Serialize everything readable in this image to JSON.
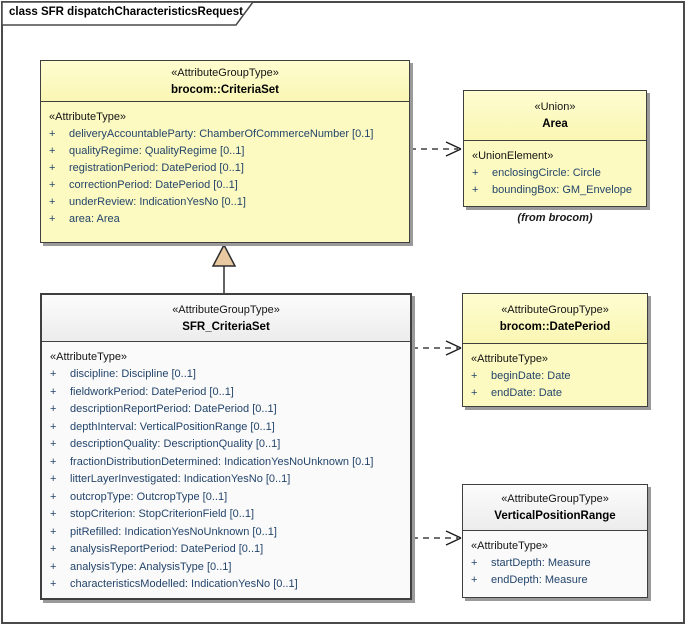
{
  "frame": {
    "title": "class SFR dispatchCharacteristicsRequest"
  },
  "colors": {
    "box_yellow": "#FCFAC0",
    "box_white_header": "#F0F0F0",
    "attribute_text": "#24456B",
    "border": "#3F3F3F",
    "shadow": "#9A9A9A",
    "generalization_triangle_fill": "#E9C9A1"
  },
  "classes": {
    "criteria_set": {
      "stereotype": "«AttributeGroupType»",
      "name": "brocom::CriteriaSet",
      "compartment": "«AttributeType»",
      "attributes": [
        {
          "vis": "+",
          "text": "deliveryAccountableParty: ChamberOfCommerceNumber [0.1]"
        },
        {
          "vis": "+",
          "text": "qualityRegime: QualityRegime [0..1]"
        },
        {
          "vis": "+",
          "text": "registrationPeriod: DatePeriod [0..1]"
        },
        {
          "vis": "+",
          "text": "correctionPeriod: DatePeriod [0..1]"
        },
        {
          "vis": "+",
          "text": "underReview: IndicationYesNo [0..1]"
        },
        {
          "vis": "+",
          "text": "area: Area"
        }
      ]
    },
    "area": {
      "stereotype": "«Union»",
      "name": "Area",
      "compartment": "«UnionElement»",
      "attributes": [
        {
          "vis": "+",
          "text": "enclosingCircle: Circle"
        },
        {
          "vis": "+",
          "text": "boundingBox: GM_Envelope"
        }
      ],
      "origin_note": "(from brocom)"
    },
    "sfr_criteria_set": {
      "stereotype": "«AttributeGroupType»",
      "name": "SFR_CriteriaSet",
      "compartment": "«AttributeType»",
      "attributes": [
        {
          "vis": "+",
          "text": "discipline: Discipline [0..1]"
        },
        {
          "vis": "+",
          "text": "fieldworkPeriod: DatePeriod [0..1]"
        },
        {
          "vis": "+",
          "text": "descriptionReportPeriod: DatePeriod [0..1]"
        },
        {
          "vis": "+",
          "text": "depthInterval: VerticalPositionRange [0..1]"
        },
        {
          "vis": "+",
          "text": "descriptionQuality: DescriptionQuality [0..1]"
        },
        {
          "vis": "+",
          "text": "fractionDistributionDetermined: IndicationYesNoUnknown [0.1]"
        },
        {
          "vis": "+",
          "text": "litterLayerInvestigated: IndicationYesNo [0..1]"
        },
        {
          "vis": "+",
          "text": "outcropType: OutcropType [0..1]"
        },
        {
          "vis": "+",
          "text": "stopCriterion: StopCriterionField [0..1]"
        },
        {
          "vis": "+",
          "text": "pitRefilled: IndicationYesNoUnknown [0..1]"
        },
        {
          "vis": "+",
          "text": "analysisReportPeriod: DatePeriod [0..1]"
        },
        {
          "vis": "+",
          "text": "analysisType: AnalysisType [0..1]"
        },
        {
          "vis": "+",
          "text": "characteristicsModelled: IndicationYesNo [0..1]"
        }
      ]
    },
    "date_period": {
      "stereotype": "«AttributeGroupType»",
      "name": "brocom::DatePeriod",
      "compartment": "«AttributeType»",
      "attributes": [
        {
          "vis": "+",
          "text": "beginDate: Date"
        },
        {
          "vis": "+",
          "text": "endDate: Date"
        }
      ]
    },
    "vertical_position_range": {
      "stereotype": "«AttributeGroupType»",
      "name": "VerticalPositionRange",
      "compartment": "«AttributeType»",
      "attributes": [
        {
          "vis": "+",
          "text": "startDepth: Measure"
        },
        {
          "vis": "+",
          "text": "endDepth: Measure"
        }
      ]
    }
  }
}
